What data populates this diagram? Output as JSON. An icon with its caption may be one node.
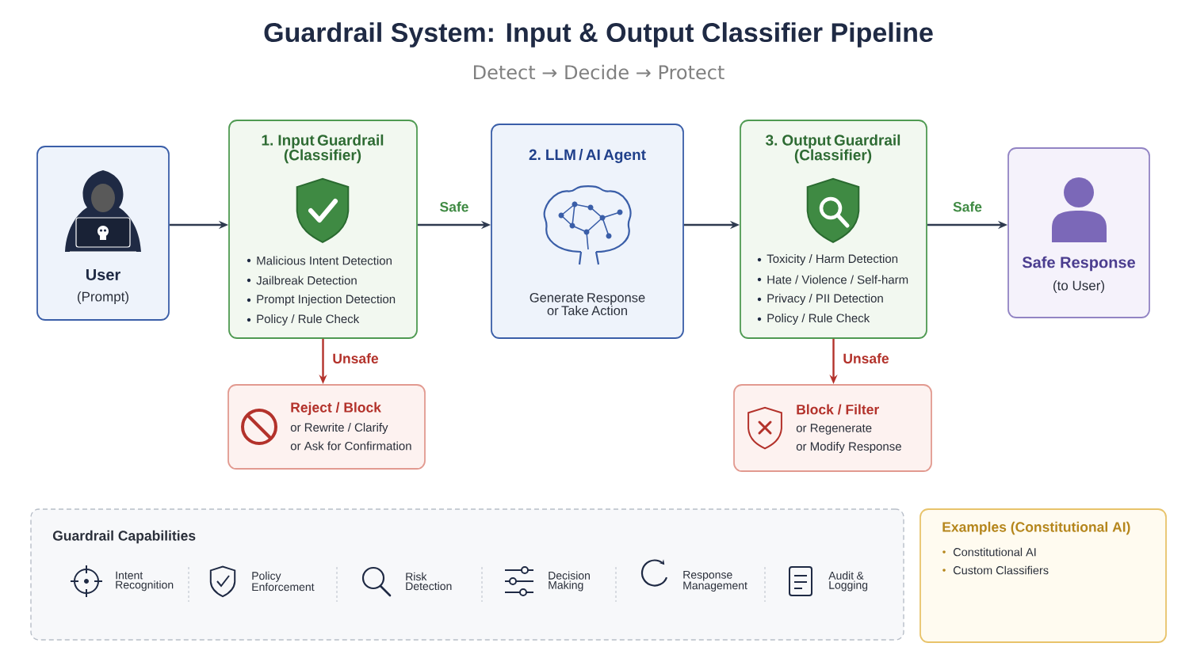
{
  "diagram": {
    "title": "Guardrail System: Input & Output Classifier Pipeline",
    "nodes": [
      {
        "text": [
          "User",
          "(Prompt)"
        ]
      },
      {
        "text": [
          "1. Input Guardrail (Classifier)",
          "Malicious Intent Detection",
          "Jailbreak Detection",
          "Prompt Injection Detection",
          "Policy / Rule Check"
        ]
      },
      {
        "text": [
          "2. LLM / AI Agent",
          "Generate Response or Take Action"
        ]
      },
      {
        "text": [
          "3. Output Guardrail (Classifier)",
          "Toxicity / Harm Detection",
          "Hate / Violence / Self-harm",
          "Privacy / PII Detection",
          "Policy / Rule Check"
        ]
      },
      {
        "text": [
          "Safe Response",
          "(to User)"
        ]
      },
      {
        "text": [
          "Reject / Block",
          "or Rewrite / Clarify",
          "or Ask for Confirmation"
        ]
      },
      {
        "text": [
          "Block / Filter",
          "or Regenerate",
          "or Modify Response"
        ]
      },
      {
        "text": [
          "Guardrail Capabilities"
        ]
      },
      {
        "text": [
          "Examples (Constitutional AI)",
          "Constitutional AI",
          "Custom Classifiers"
        ]
      }
    ],
    "edges": [
      {
        "from": 0,
        "to": 1,
        "arrow": "to"
      },
      {
        "from": 1,
        "to": 2,
        "arrow": "to",
        "label": "Safe"
      },
      {
        "from": 2,
        "to": 3,
        "arrow": "to"
      },
      {
        "from": 3,
        "to": 4,
        "arrow": "to",
        "label": "Safe"
      },
      {
        "from": 1,
        "to": 5,
        "arrow": "to",
        "label": "Unsafe",
        "color": "#b3322b"
      },
      {
        "from": 3,
        "to": 6,
        "arrow": "to",
        "label": "Unsafe",
        "color": "#b3322b"
      }
    ],
    "labels": [
      "Detect → Decide → Protect",
      "Intent Recognition",
      "Policy Enforcement",
      "Risk Detection",
      "Decision Making",
      "Response Management",
      "Audit & Logging"
    ]
  }
}
